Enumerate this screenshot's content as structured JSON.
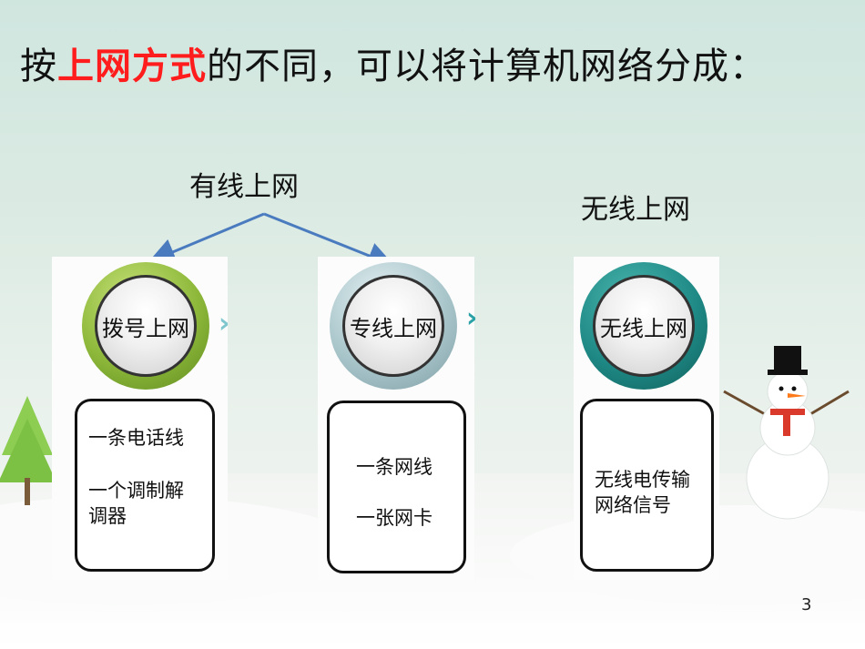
{
  "slide": {
    "title_prefix": "按",
    "title_highlight": "上网方式",
    "title_suffix": "的不同，可以将计算机网络分成：",
    "highlight_color": "#ff1c1c",
    "page_number": "3"
  },
  "categories": {
    "wired_label": "有线上网",
    "wireless_label": "无线上网"
  },
  "cards": [
    {
      "circle_label": "拨号上网",
      "ring_color": "#8db83a",
      "lines": [
        "一条电话线",
        "一个调制解",
        "调器"
      ]
    },
    {
      "circle_label": "专线上网",
      "ring_color": "#9fbdc3",
      "lines": [
        "一条网线",
        "一张网卡"
      ]
    },
    {
      "circle_label": "无线上网",
      "ring_color": "#1f8a86",
      "lines": [
        "无线电传输",
        "网络信号"
      ]
    }
  ],
  "decorations": {
    "arrow_color": "#4a7bbf",
    "chevron_color": "#5fb7c4"
  }
}
